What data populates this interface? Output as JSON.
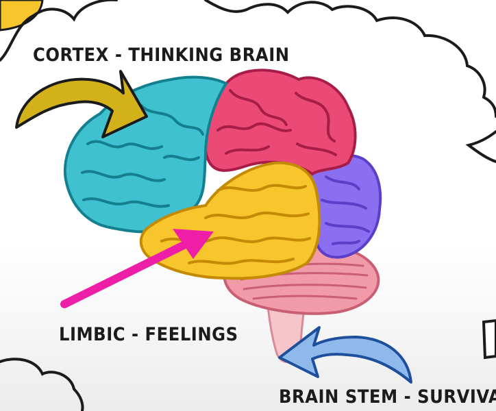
{
  "labels": {
    "cortex": "CORTEX - THINKING BRAIN",
    "limbic": "LIMBIC - FEELINGS",
    "brain_stem": "BRAIN STEM - SURVIVAL"
  },
  "colors": {
    "cortex_teal": "#3fc1cf",
    "frontal_pink": "#ec4a76",
    "limbic_yellow": "#f7c52c",
    "occipital_purple": "#8a6ff0",
    "cerebellum_rose": "#f19aa8",
    "stem_pink": "#f6c4cb",
    "arrow_gold": "#d2b11a",
    "arrow_magenta": "#ee1fa6",
    "arrow_blue": "#8fb9ea"
  }
}
